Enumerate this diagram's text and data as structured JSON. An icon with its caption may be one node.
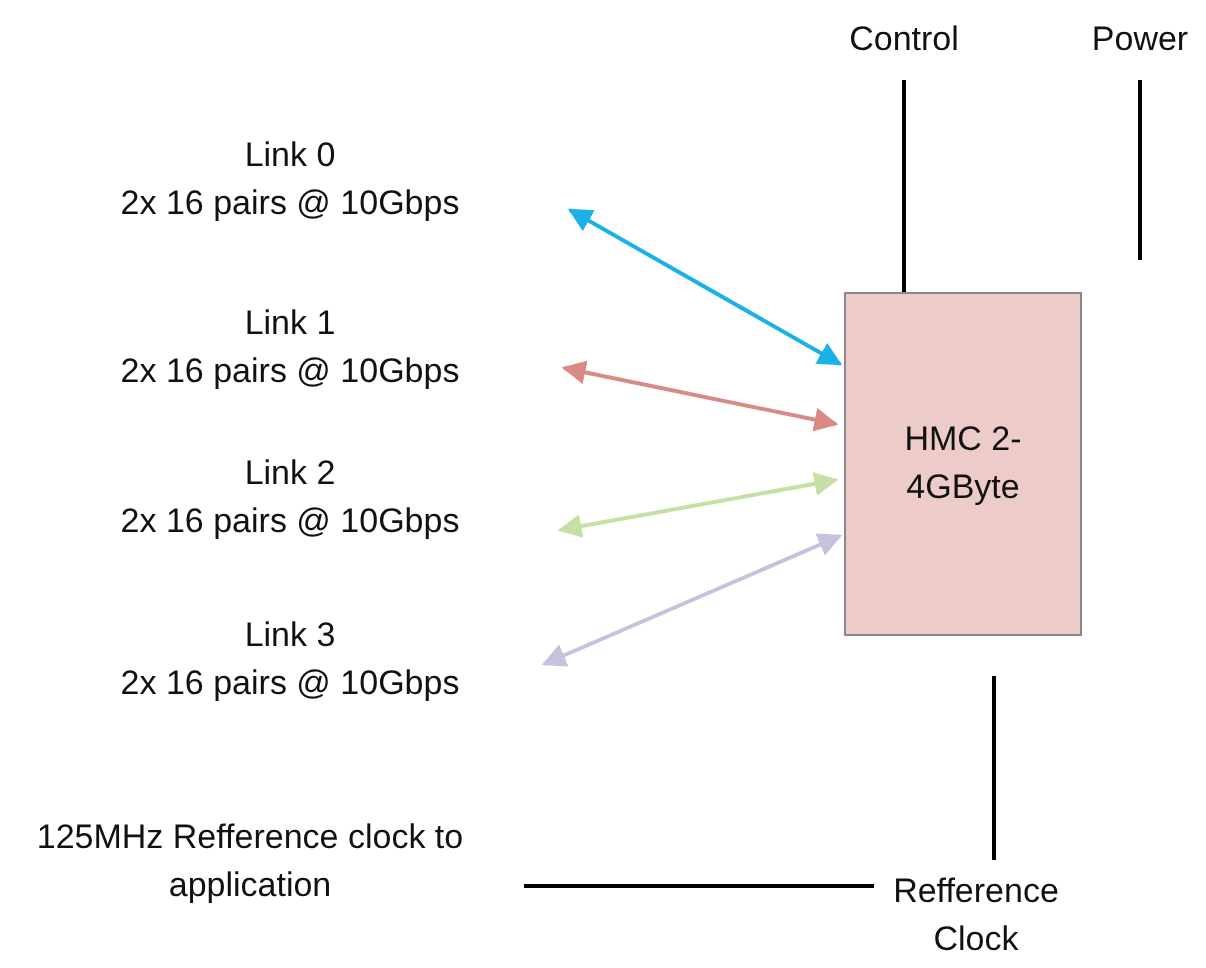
{
  "diagram": {
    "nodes": [
      {
        "text": [
          "Control"
        ]
      },
      {
        "text": [
          "Power"
        ]
      },
      {
        "text": [
          "HMC 2-4GByte"
        ]
      },
      {
        "text": [
          "Link 0",
          "2x 16 pairs @ 10Gbps"
        ]
      },
      {
        "text": [
          "Link 1",
          "2x 16 pairs @ 10Gbps"
        ]
      },
      {
        "text": [
          "Link 2",
          "2x 16 pairs @ 10Gbps"
        ]
      },
      {
        "text": [
          "Link 3",
          "2x 16 pairs @ 10Gbps"
        ]
      },
      {
        "text": [
          "125MHz Refference clock to application"
        ]
      },
      {
        "text": [
          "Refference Clock"
        ]
      }
    ],
    "edges": [
      {
        "from": 0,
        "to": 2,
        "arrow": "none"
      },
      {
        "from": 1,
        "to": 2,
        "arrow": "none"
      },
      {
        "from": 3,
        "to": 2,
        "arrow": "both",
        "color": "#1ab0e8"
      },
      {
        "from": 4,
        "to": 2,
        "arrow": "both",
        "color": "#d88a84"
      },
      {
        "from": 5,
        "to": 2,
        "arrow": "both",
        "color": "#c5e0a5"
      },
      {
        "from": 6,
        "to": 2,
        "arrow": "both",
        "color": "#c8c0dc"
      },
      {
        "from": 2,
        "to": 8,
        "arrow": "none"
      },
      {
        "from": 7,
        "to": 8,
        "arrow": "none"
      }
    ]
  }
}
